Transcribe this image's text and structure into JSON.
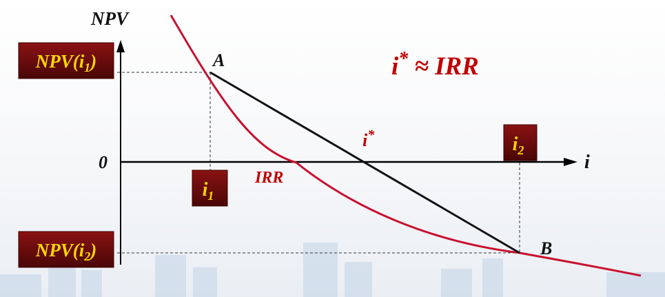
{
  "axes": {
    "y_label": "NPV",
    "x_label": "i",
    "origin_label": "0"
  },
  "points": {
    "a_label": "A",
    "b_label": "B"
  },
  "boxes": {
    "npv_i1": {
      "main": "NPV(i",
      "sub": "1",
      "close": ")"
    },
    "npv_i2": {
      "main": "NPV(i",
      "sub": "2",
      "close": ")"
    },
    "i1": {
      "main": "i",
      "sub": "1"
    },
    "i2": {
      "main": "i",
      "sub": "2"
    }
  },
  "annotations": {
    "irr_label": "IRR",
    "istar_main": "i",
    "istar_sup": "*",
    "formula_main": "i",
    "formula_sup": "*",
    "formula_rest": " ≈ IRR"
  },
  "colors": {
    "curve": "#c8102e",
    "secant": "#111111",
    "box_bg": "#6b0a0a",
    "box_text": "#ffd700",
    "accent_text": "#c00000",
    "axis": "#000000",
    "skyline": "#b9cde4"
  }
}
